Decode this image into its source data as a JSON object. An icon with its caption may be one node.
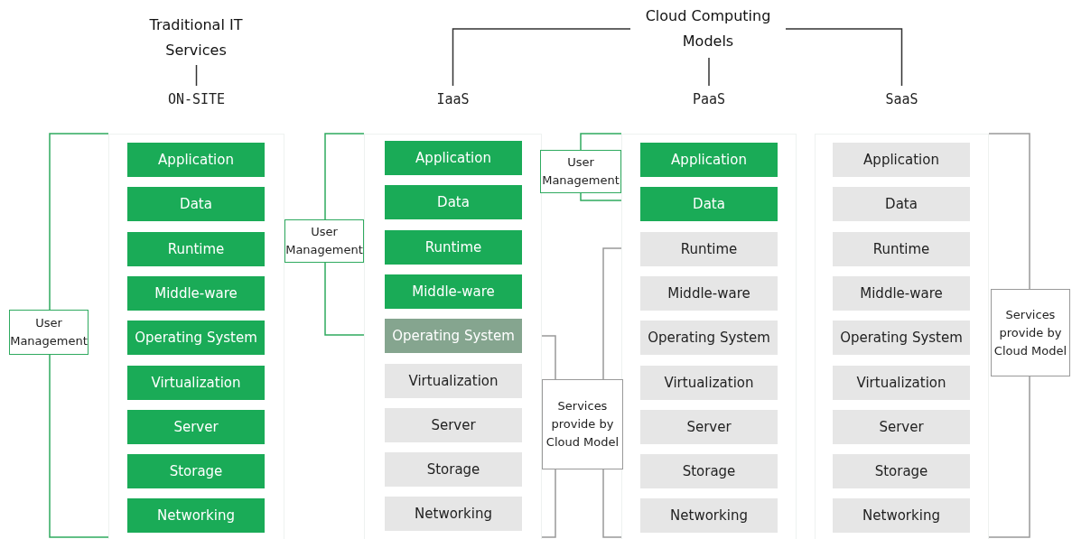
{
  "diagram": {
    "nodes": [
      {
        "text": [
          "Traditional IT Services"
        ]
      },
      {
        "text": [
          "Cloud Computing Models"
        ]
      },
      {
        "text": [
          "ON-SITE"
        ]
      },
      {
        "text": [
          "Application"
        ],
        "in": 2
      },
      {
        "text": [
          "Data"
        ],
        "in": 2
      },
      {
        "text": [
          "Runtime"
        ],
        "in": 2
      },
      {
        "text": [
          "Middle-ware"
        ],
        "in": 2
      },
      {
        "text": [
          "Operating System"
        ],
        "in": 2
      },
      {
        "text": [
          "Virtualization"
        ],
        "in": 2
      },
      {
        "text": [
          "Server"
        ],
        "in": 2
      },
      {
        "text": [
          "Storage"
        ],
        "in": 2
      },
      {
        "text": [
          "Networking"
        ],
        "in": 2
      },
      {
        "text": [
          "IaaS"
        ]
      },
      {
        "text": [
          "Application"
        ],
        "in": 12
      },
      {
        "text": [
          "Data"
        ],
        "in": 12
      },
      {
        "text": [
          "Runtime"
        ],
        "in": 12
      },
      {
        "text": [
          "Middle-ware"
        ],
        "in": 12
      },
      {
        "text": [
          "Operating System"
        ],
        "in": 12
      },
      {
        "text": [
          "Virtualization"
        ],
        "in": 12
      },
      {
        "text": [
          "Server"
        ],
        "in": 12
      },
      {
        "text": [
          "Storage"
        ],
        "in": 12
      },
      {
        "text": [
          "Networking"
        ],
        "in": 12
      },
      {
        "text": [
          "PaaS"
        ]
      },
      {
        "text": [
          "Application"
        ],
        "in": 22
      },
      {
        "text": [
          "Data"
        ],
        "in": 22
      },
      {
        "text": [
          "Runtime"
        ],
        "in": 22
      },
      {
        "text": [
          "Middle-ware"
        ],
        "in": 22
      },
      {
        "text": [
          "Operating System"
        ],
        "in": 22
      },
      {
        "text": [
          "Virtualization"
        ],
        "in": 22
      },
      {
        "text": [
          "Server"
        ],
        "in": 22
      },
      {
        "text": [
          "Storage"
        ],
        "in": 22
      },
      {
        "text": [
          "Networking"
        ],
        "in": 22
      },
      {
        "text": [
          "SaaS"
        ]
      },
      {
        "text": [
          "Application"
        ],
        "in": 32
      },
      {
        "text": [
          "Data"
        ],
        "in": 32
      },
      {
        "text": [
          "Runtime"
        ],
        "in": 32
      },
      {
        "text": [
          "Middle-ware"
        ],
        "in": 32
      },
      {
        "text": [
          "Operating System"
        ],
        "in": 32
      },
      {
        "text": [
          "Virtualization"
        ],
        "in": 32
      },
      {
        "text": [
          "Server"
        ],
        "in": 32
      },
      {
        "text": [
          "Storage"
        ],
        "in": 32
      },
      {
        "text": [
          "Networking"
        ],
        "in": 32
      },
      {
        "text": [
          "User Management"
        ]
      },
      {
        "text": [
          "User Management"
        ]
      },
      {
        "text": [
          "User Management"
        ]
      },
      {
        "text": [
          "Services provide by Cloud Model"
        ]
      },
      {
        "text": [
          "Services provide by Cloud Model"
        ]
      }
    ],
    "edges": [
      {
        "from": 0,
        "to": 2,
        "arrow": "none"
      },
      {
        "from": 1,
        "to": 12,
        "arrow": "none"
      },
      {
        "from": 1,
        "to": 22,
        "arrow": "none"
      },
      {
        "from": 1,
        "to": 32,
        "arrow": "none"
      }
    ]
  }
}
